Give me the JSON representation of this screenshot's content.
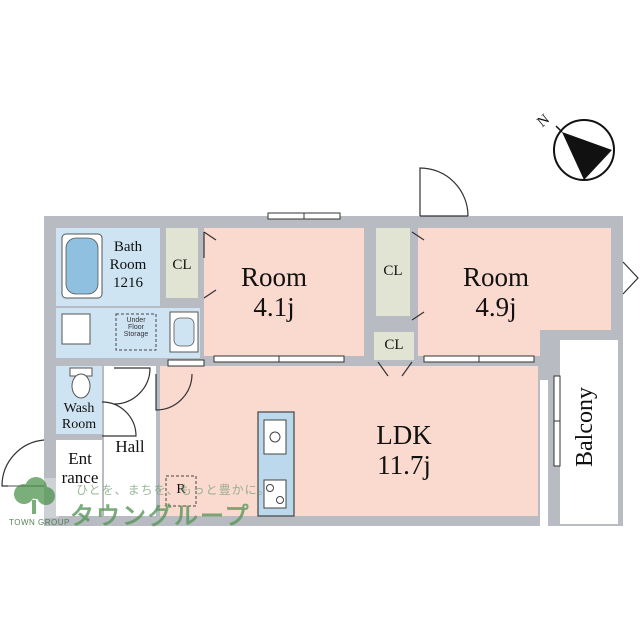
{
  "rooms": {
    "bath": {
      "name_line1": "Bath",
      "name_line2": "Room",
      "size": "1216"
    },
    "room1": {
      "name": "Room",
      "size": "4.1j"
    },
    "room2": {
      "name": "Room",
      "size": "4.9j"
    },
    "ldk": {
      "name": "LDK",
      "size": "11.7j"
    },
    "closet1": "CL",
    "closet2": "CL",
    "closet3": "CL",
    "under_floor": {
      "line1": "Under",
      "line2": "Floor",
      "line3": "Storage"
    },
    "wash": {
      "line1": "Wash",
      "line2": "Room"
    },
    "hall": "Hall",
    "entrance": {
      "line1": "Ent",
      "line2": "rance"
    },
    "fridge": "R",
    "balcony": "Balcony"
  },
  "compass": {
    "label": "N"
  },
  "watermark": {
    "tagline": "ひとを、まちを、もっと豊かに。",
    "brand": "タウングループ",
    "english": "TOWN GROUP"
  },
  "colors": {
    "wall": "#b8bcc2",
    "room_fill": "#fad9cf",
    "wet_fill": "#cfe4f3",
    "closet_fill": "#e2e4d3",
    "hall_fill": "#ffffff",
    "kitchen_fill": "#bcd8ec",
    "watermark_green": "#5a9a5a"
  }
}
